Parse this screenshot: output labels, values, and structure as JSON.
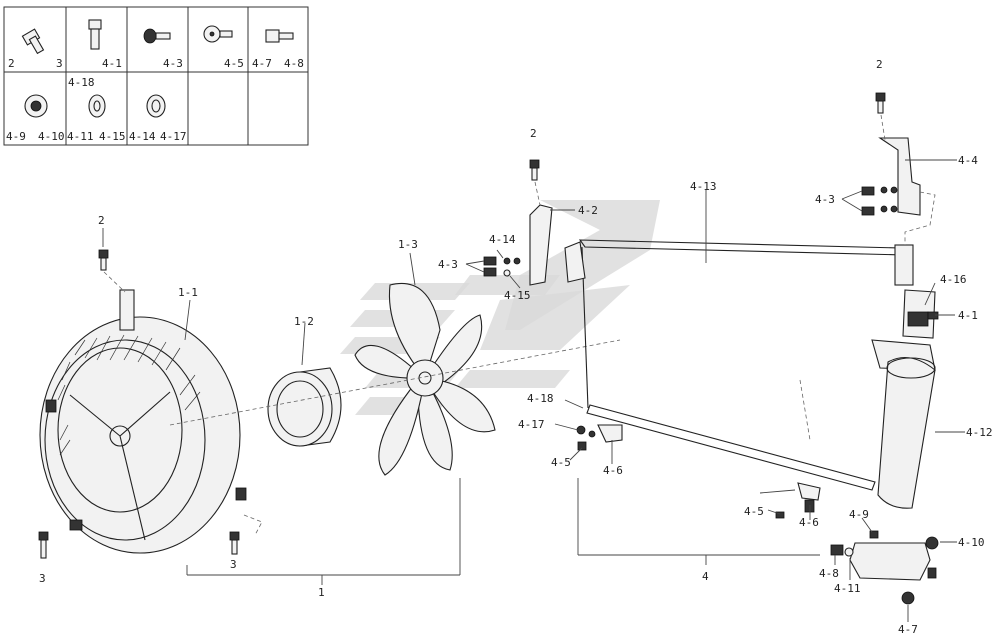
{
  "legend_cells": [
    {
      "left": "2",
      "right": "3"
    },
    {
      "right": "4-1"
    },
    {
      "right": "4-3"
    },
    {
      "right": "4-5"
    },
    {
      "left": "4-7",
      "right": "4-8"
    },
    {
      "top": "",
      "left": "4-9",
      "right": "4-10"
    },
    {
      "top": "4-18",
      "left": "4-11",
      "right": "4-15"
    },
    {
      "left": "4-14",
      "right": "4-17"
    },
    {},
    {}
  ],
  "callouts": {
    "c2_fan": "2",
    "c1_1": "1-1",
    "c1_2": "1-2",
    "c1_3": "1-3",
    "c3_left": "3",
    "c3_right": "3",
    "c1": "1",
    "c2_mid": "2",
    "c4_2": "4-2",
    "c4_14": "4-14",
    "c4_3_mid": "4-3",
    "c4_15": "4-15",
    "c4_13": "4-13",
    "c2_right": "2",
    "c4_4": "4-4",
    "c4_3_right": "4-3",
    "c4_16": "4-16",
    "c4_1": "4-1",
    "c4_12": "4-12",
    "c4_18": "4-18",
    "c4_17": "4-17",
    "c4_5_mid": "4-5",
    "c4_6_mid": "4-6",
    "c4_5_low": "4-5",
    "c4_6_low": "4-6",
    "c4_9": "4-9",
    "c4_10": "4-10",
    "c4_8": "4-8",
    "c4_11": "4-11",
    "c4_7": "4-7",
    "c4": "4"
  }
}
